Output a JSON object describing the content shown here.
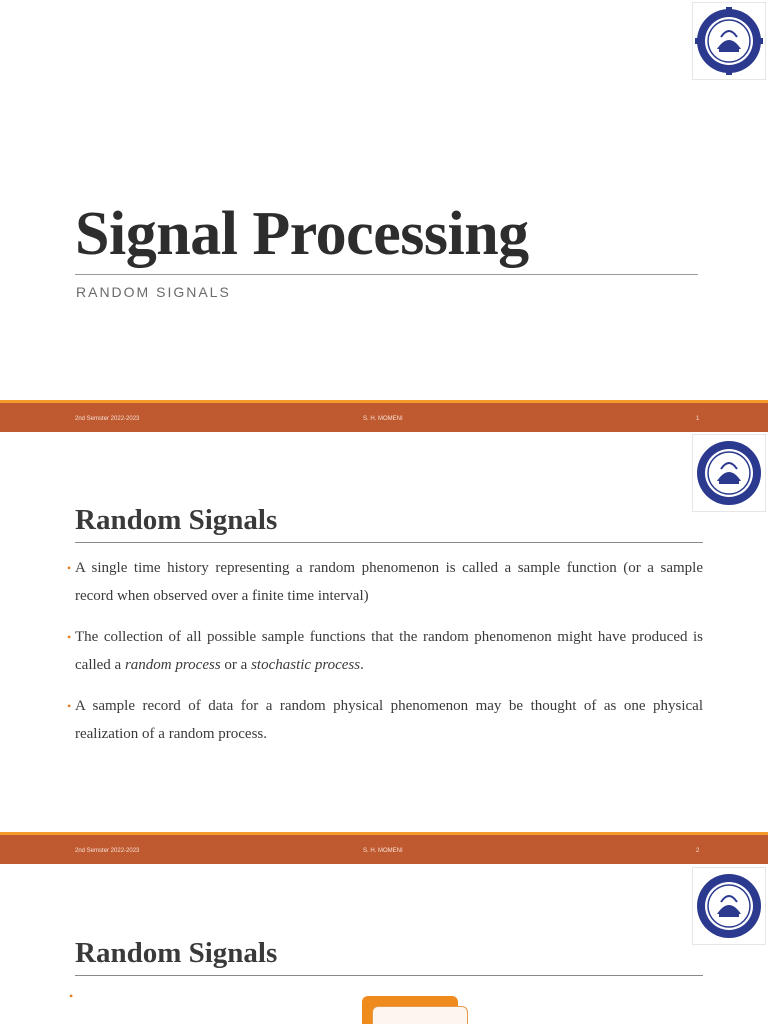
{
  "slides": [
    {
      "title": "Signal Processing",
      "subtitle": "RANDOM SIGNALS",
      "footer": {
        "left": "2nd Semster 2022-2023",
        "center": "S. H. MOMENI",
        "page": "1"
      }
    },
    {
      "heading": "Random Signals",
      "bullets": [
        {
          "text": "A single time history representing a random phenomenon is called a sample function (or a sample record when observed over a finite time interval)"
        },
        {
          "pre": "The collection of all possible sample functions that the random phenomenon might have produced is called a ",
          "em1": "random process",
          "mid": " or a ",
          "em2": "stochastic process",
          "post": "."
        },
        {
          "text": "A sample record of data for a random physical phenomenon may be thought of as one physical realization of a random process."
        }
      ],
      "footer": {
        "left": "2nd Semster 2022-2023",
        "center": "S. H. MOMENI",
        "page": "2"
      }
    },
    {
      "heading": "Random Signals"
    }
  ],
  "bullet_glyph": "•",
  "colors": {
    "footer_bar": "#bf5930",
    "footer_accent": "#f39c2b",
    "bullet": "#e67e22",
    "logo": "#2b3a8f"
  },
  "icons": {
    "logo": "university-seal-logo"
  }
}
